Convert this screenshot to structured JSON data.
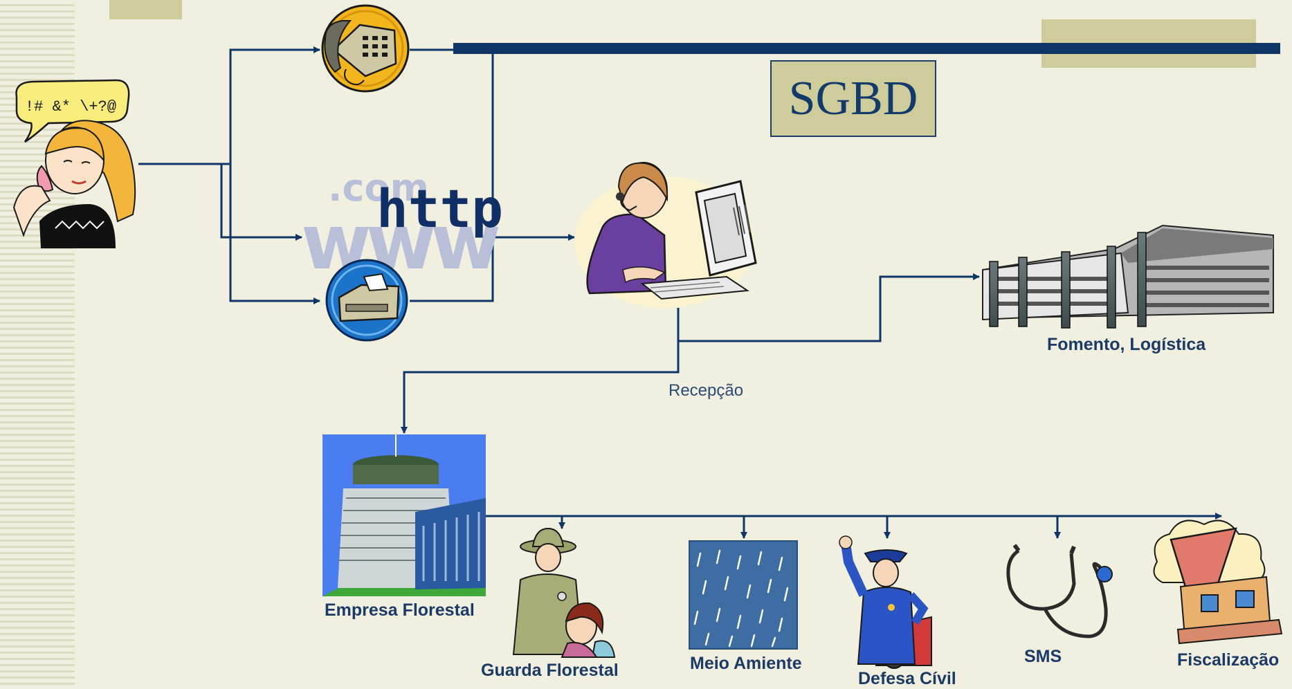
{
  "title": "SGBD",
  "caller_speech": "!# &* \\+?@",
  "web_text": {
    "com": ".com",
    "http": "http",
    "www": "www"
  },
  "labels": {
    "reception": "Recepção",
    "fomento": "Fomento, Logística",
    "empresa": "Empresa Florestal",
    "guarda": "Guarda Florestal",
    "meio": "Meio Amiente",
    "defesa": "Defesa Cívil",
    "sms": "SMS",
    "fiscalizacao": "Fiscalização"
  },
  "icons": [
    "caller-icon",
    "telephone-icon",
    "web-icon",
    "fax-icon",
    "receptionist-icon",
    "building-icon",
    "parliament-icon",
    "ranger-icon",
    "rain-icon",
    "police-icon",
    "stethoscope-icon",
    "inspection-house-icon"
  ],
  "colors": {
    "connector": "#0d3566",
    "accent": "#cfcc9c",
    "label": "#1b3a66",
    "background": "#f1efe0"
  }
}
